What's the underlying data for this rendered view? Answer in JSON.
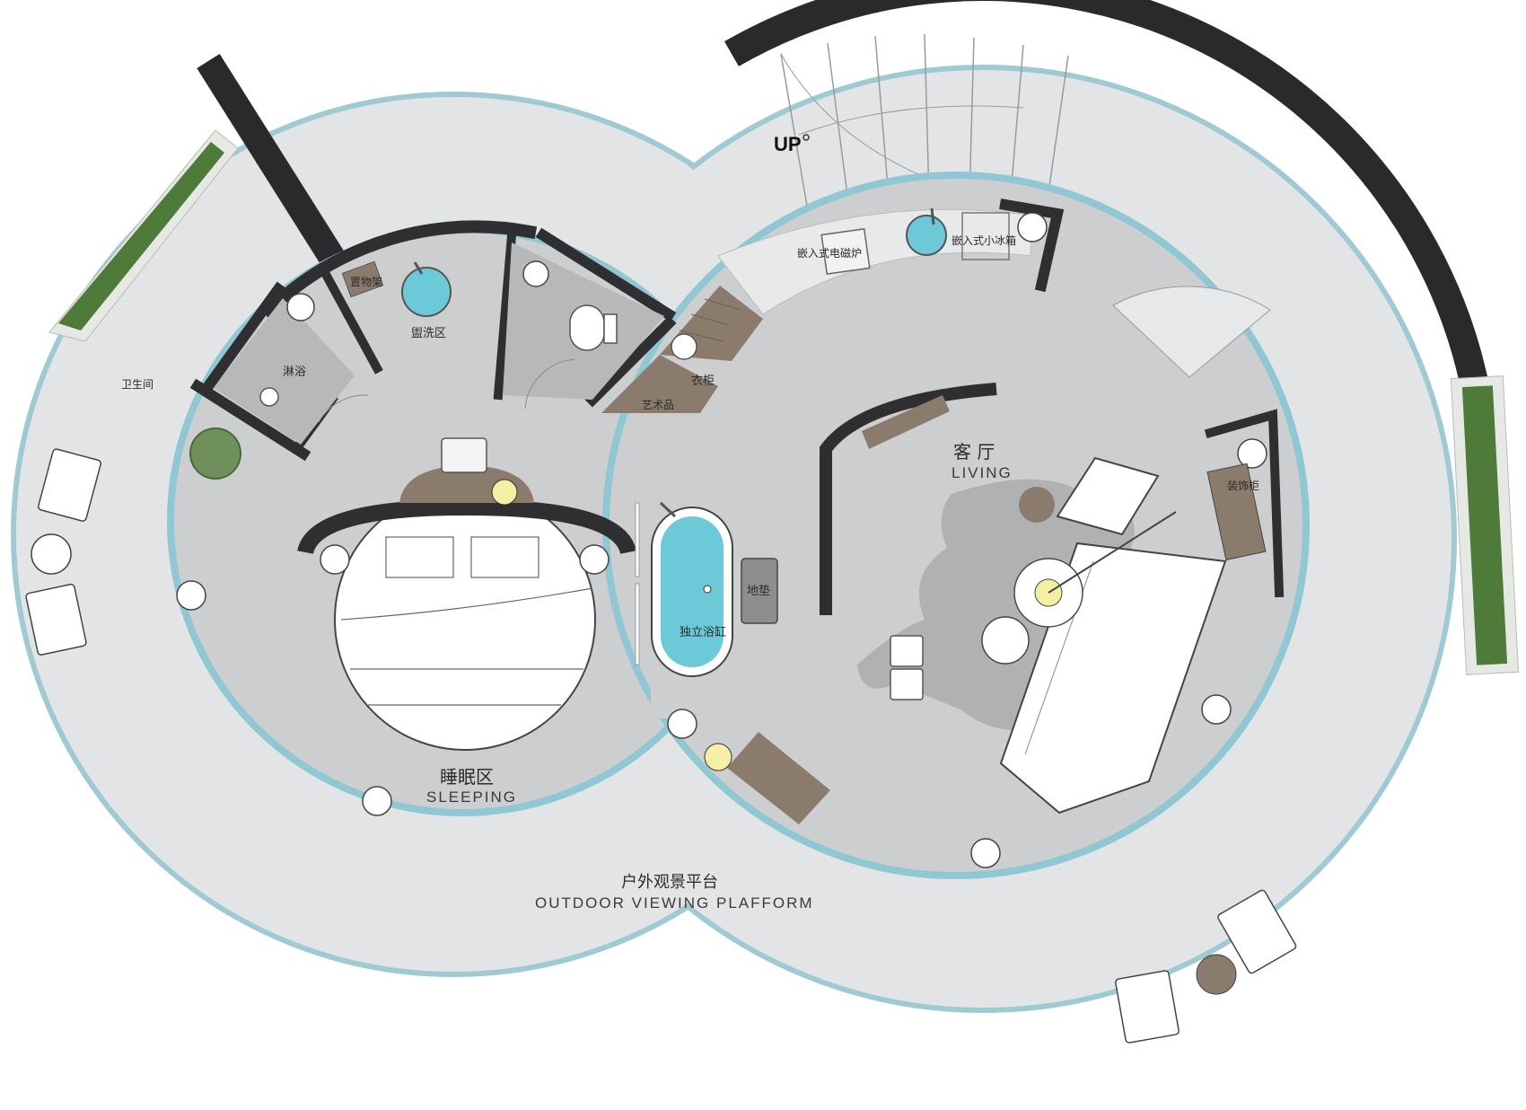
{
  "rooms": {
    "sleeping_cn": "睡眠区",
    "sleeping_en": "SLEEPING",
    "living_cn": "客 厅",
    "living_en": "LIVING",
    "outdoor_cn": "户外观景平台",
    "outdoor_en": "OUTDOOR VIEWING PLAFFORM",
    "toilet": "卫生间",
    "shower": "淋浴",
    "washing": "盥洗区",
    "shelf": "置物架",
    "wardrobe": "衣柜",
    "art": "艺术品",
    "induction": "嵌入式电磁炉",
    "fridge": "嵌入式小冰箱",
    "display_cabinet": "装饰柜",
    "mat": "地垫",
    "bathtub": "独立浴缸"
  },
  "stairs": {
    "label": "UP"
  },
  "colors": {
    "floor": "#cfd0d2",
    "terrace": "#e2e3e5",
    "wall": "#2f2f31",
    "glass": "#8fc7d3",
    "water": "#6cc9d8",
    "wood": "#8a7a6c",
    "plant": "#4f7d3a",
    "lamp": "#f3f0a6"
  }
}
